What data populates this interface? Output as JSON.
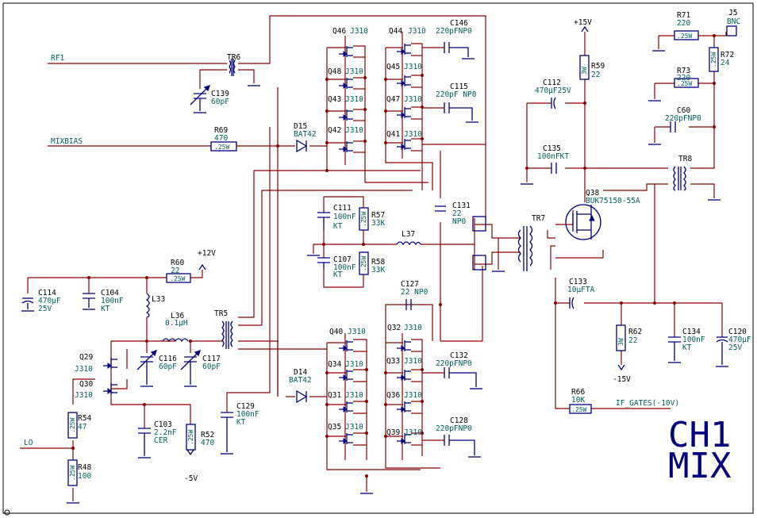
{
  "title": {
    "line1": "CH1",
    "line2": "MIX"
  },
  "nets": {
    "rf1": "RF1",
    "mixbias": "MIXBIAS",
    "lo": "LO",
    "if_gates": "IF_GATES(-10V)"
  },
  "power": {
    "p15": "+15V",
    "p12": "+12V",
    "n15": "-15V",
    "n5": "-5V"
  },
  "connector": {
    "ref": "J5",
    "value": "BNC"
  },
  "resistors": [
    {
      "ref": "R69",
      "value": "470",
      "rating": ".25W"
    },
    {
      "ref": "R60",
      "value": "22",
      "rating": ".25W"
    },
    {
      "ref": "R54",
      "value": "47",
      "rating": ".25W"
    },
    {
      "ref": "R48",
      "value": "100",
      "rating": ".25W"
    },
    {
      "ref": "R52",
      "value": "470",
      "rating": ".25W"
    },
    {
      "ref": "R57",
      "value": "33K",
      "rating": ".25W"
    },
    {
      "ref": "R58",
      "value": "33K",
      "rating": ".25W"
    },
    {
      "ref": "R59",
      "value": "22",
      "rating": "3W"
    },
    {
      "ref": "R62",
      "value": "22",
      "rating": "3W"
    },
    {
      "ref": "R66",
      "value": "10K",
      "rating": ".25W"
    },
    {
      "ref": "R71",
      "value": "220",
      "rating": ".25W"
    },
    {
      "ref": "R72",
      "value": "24",
      "rating": ".25W"
    },
    {
      "ref": "R73",
      "value": "220",
      "rating": ".25W"
    }
  ],
  "capacitors": [
    {
      "ref": "C139",
      "value": "60pF"
    },
    {
      "ref": "C114",
      "value": "470µF",
      "value2": "25V"
    },
    {
      "ref": "C104",
      "value": "100nF",
      "value2": "KT"
    },
    {
      "ref": "C116",
      "value": "60pF"
    },
    {
      "ref": "C117",
      "value": "60pF"
    },
    {
      "ref": "C103",
      "value": "2.2nF",
      "value2": "CER"
    },
    {
      "ref": "C129",
      "value": "100nF",
      "value2": "KT"
    },
    {
      "ref": "C111",
      "value": "100nF",
      "value2": "KT"
    },
    {
      "ref": "C107",
      "value": "100nF",
      "value2": "KT"
    },
    {
      "ref": "C131",
      "value": "22",
      "value2": "NP0"
    },
    {
      "ref": "C127",
      "value": "22 NP0"
    },
    {
      "ref": "C146",
      "value": "220pFNP0"
    },
    {
      "ref": "C115",
      "value": "220pF NP0"
    },
    {
      "ref": "C132",
      "value": "220pFNP0"
    },
    {
      "ref": "C128",
      "value": "220pFNP0"
    },
    {
      "ref": "C112",
      "value": "470µF25V"
    },
    {
      "ref": "C135",
      "value": "100nFKT"
    },
    {
      "ref": "C133",
      "value": "10µFTA"
    },
    {
      "ref": "C134",
      "value": "100nF",
      "value2": "KT"
    },
    {
      "ref": "C120",
      "value": "470µF",
      "value2": "25V"
    },
    {
      "ref": "C60",
      "value": "220pFNP0"
    }
  ],
  "inductors": [
    {
      "ref": "L33",
      "value": ""
    },
    {
      "ref": "L36",
      "value": "0.1µH"
    },
    {
      "ref": "L37",
      "value": ""
    }
  ],
  "transformers": [
    "TR5",
    "TR6",
    "TR7",
    "TR8"
  ],
  "diodes": [
    {
      "ref": "D15",
      "value": "BAT42"
    },
    {
      "ref": "D14",
      "value": "BAT42"
    }
  ],
  "transistor_type": "J310",
  "transistors_top_left": [
    "Q46",
    "Q48",
    "Q43",
    "Q42"
  ],
  "transistors_top_right": [
    "Q44",
    "Q45",
    "Q47",
    "Q41"
  ],
  "transistors_bot_left": [
    "Q40",
    "Q34",
    "Q31",
    "Q35"
  ],
  "transistors_bot_right": [
    "Q32",
    "Q33",
    "Q36",
    "Q39"
  ],
  "transistors_lo": [
    "Q29",
    "Q30"
  ],
  "mosfet": {
    "ref": "Q38",
    "value": "BUK75150-55A"
  }
}
